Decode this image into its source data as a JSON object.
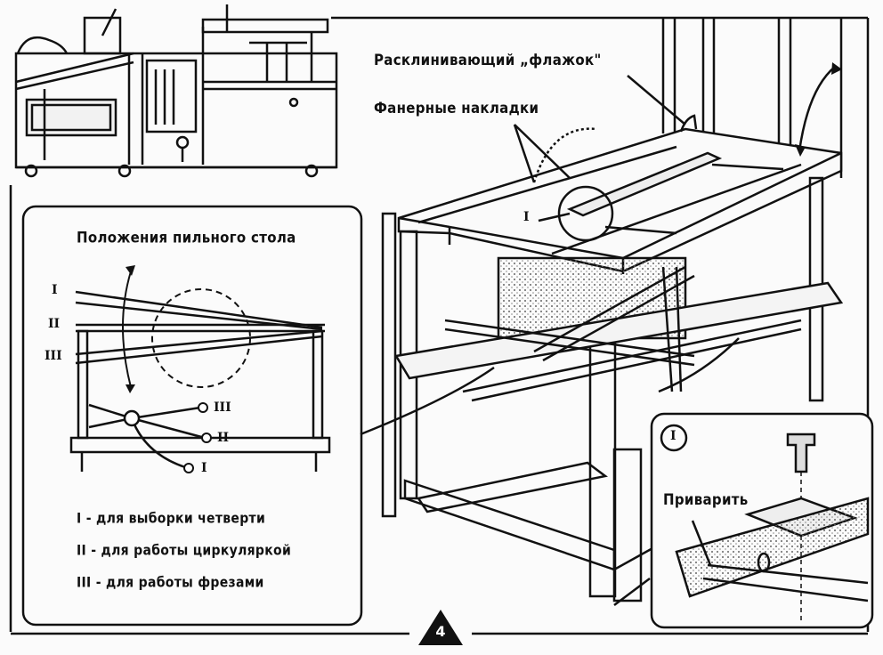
{
  "labels": {
    "riving_knife": "Расклинивающий „флажок\"",
    "plywood_pads": "Фанерные накладки",
    "table_positions": "Положения пильного стола",
    "weld": "Приварить",
    "callout_marker": "I",
    "callout_inset": "I"
  },
  "positions": {
    "I": "I",
    "II": "II",
    "III": "III"
  },
  "legend": [
    {
      "numeral": "I",
      "text": "- для выборки четверти"
    },
    {
      "numeral": "II",
      "text": "- для работы циркуляркой"
    },
    {
      "numeral": "III",
      "text": "- для работы фрезами"
    }
  ],
  "figure_number": "4",
  "colors": {
    "ink": "#111111",
    "paper": "#fbfbfb",
    "hatch": "#555555"
  }
}
